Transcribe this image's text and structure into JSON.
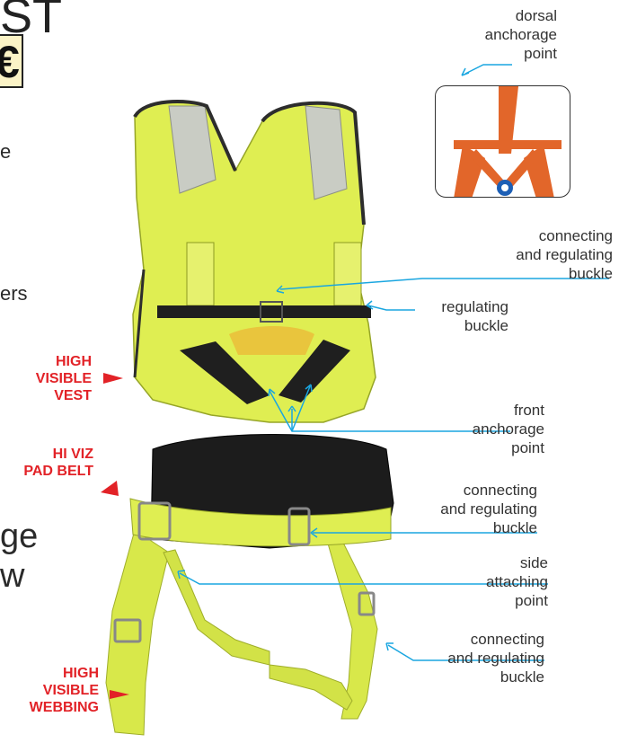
{
  "page": {
    "heading_fragment": "ST",
    "ce_mark": "€",
    "side_text_fragments": [
      "e",
      "ers",
      "ge",
      "w"
    ]
  },
  "labels": {
    "dorsal": "dorsal\nanchorage\npoint",
    "connecting_regulating_top": "connecting\nand regulating\nbuckle",
    "regulating": "regulating\nbuckle",
    "front_anchorage": "front\nanchorage\npoint",
    "connecting_regulating_mid": "connecting\nand regulating\nbuckle",
    "side_attaching": "side\nattaching\npoint",
    "connecting_regulating_bottom": "connecting\nand regulating\nbuckle"
  },
  "callouts": {
    "vest": "HIGH\nVISIBLE\nVEST",
    "belt": "HI VIZ\nPAD BELT",
    "webbing": "HIGH\nVISIBLE\nWEBBING"
  },
  "colors": {
    "leader_line": "#1aa6e0",
    "callout_red": "#e22227",
    "vest_yellow": "#dfee52",
    "webbing_orange": "#e2662a",
    "pad_black": "#1c1c1c"
  }
}
